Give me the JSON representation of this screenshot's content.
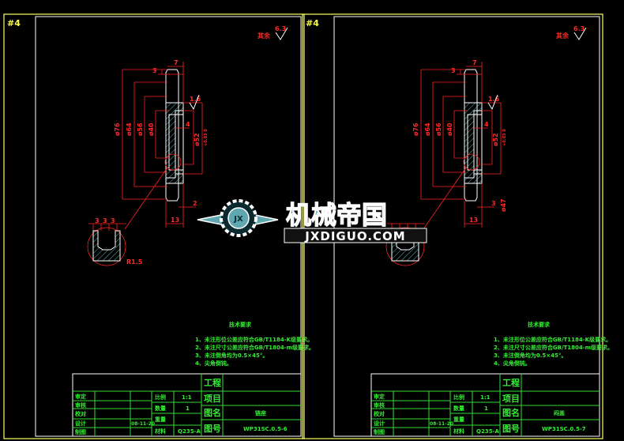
{
  "watermark": {
    "cn": "机械帝国",
    "en": "JXDIGUO.COM",
    "badge": "JX"
  },
  "colors": {
    "frame": "#ffff66",
    "border": "#ffffff",
    "title_block": "#33dd33",
    "dimension": "#ff2222",
    "hatch": "#66dddd"
  },
  "sheets": [
    {
      "sheet_label": "#4",
      "roughness_note": "其余",
      "roughness_default": "6.3",
      "roughness_face": "1.6",
      "dims": {
        "top_a": "3",
        "top_b": "7",
        "d1": "ø76",
        "d2": "ø64",
        "d3": "ø56",
        "d4": "ø40",
        "d5": "ø52",
        "tol": "+0.03 0",
        "bore": "4",
        "bot_a": "2",
        "bot_b": "13",
        "detail_a": "3",
        "detail_b": "3",
        "detail_c": "3",
        "radius": "R1.5",
        "chamfer": ""
      },
      "tech": {
        "title": "技术要求",
        "items": [
          "1、未注形位公差应符合GB/T1184-K级要求。",
          "2、未注尺寸公差应符合GB/T1804-m级要求。",
          "3、未注倒角均为0.5×45°。",
          "4、尖角倒钝。"
        ]
      },
      "title_block": {
        "roles": [
          "审定",
          "审核",
          "校对",
          "设计",
          "制图"
        ],
        "date": "08-11-20",
        "scale_label": "比例",
        "scale": "1:1",
        "qty_label": "数量",
        "qty": "1",
        "weight_label": "重量",
        "material_label": "材料",
        "material": "Q235-A",
        "project_label": "工程",
        "item_label": "项目",
        "name_label": "图名",
        "name": "链座",
        "number_label": "图号",
        "number": "WP31SC.0.5-6"
      }
    },
    {
      "sheet_label": "#4",
      "roughness_note": "其余",
      "roughness_default": "6.3",
      "roughness_face": "1.6",
      "dims": {
        "top_a": "3",
        "top_b": "7",
        "d1": "ø76",
        "d2": "ø64",
        "d3": "ø56",
        "d4": "ø40",
        "d5": "ø52",
        "tol": "+0.03 0",
        "bore": "4",
        "bot_a": "3",
        "bot_b": "13",
        "detail_a": "",
        "detail_b": "",
        "detail_c": "",
        "radius": "",
        "chamfer": "ø47"
      },
      "tech": {
        "title": "技术要求",
        "items": [
          "1、未注形位公差应符合GB/T1184-K级要求。",
          "2、未注尺寸公差应符合GB/T1804-m级要求。",
          "3、未注倒角均为0.5×45°。",
          "4、尖角倒钝。"
        ]
      },
      "title_block": {
        "roles": [
          "审定",
          "审核",
          "校对",
          "设计",
          "制图"
        ],
        "date": "08-11-20",
        "scale_label": "比例",
        "scale": "1:1",
        "qty_label": "数量",
        "qty": "1",
        "weight_label": "重量",
        "material_label": "材料",
        "material": "Q235-A",
        "project_label": "工程",
        "item_label": "项目",
        "name_label": "图名",
        "name": "闷盖",
        "number_label": "图号",
        "number": "WP31SC.0.5-7"
      }
    }
  ]
}
